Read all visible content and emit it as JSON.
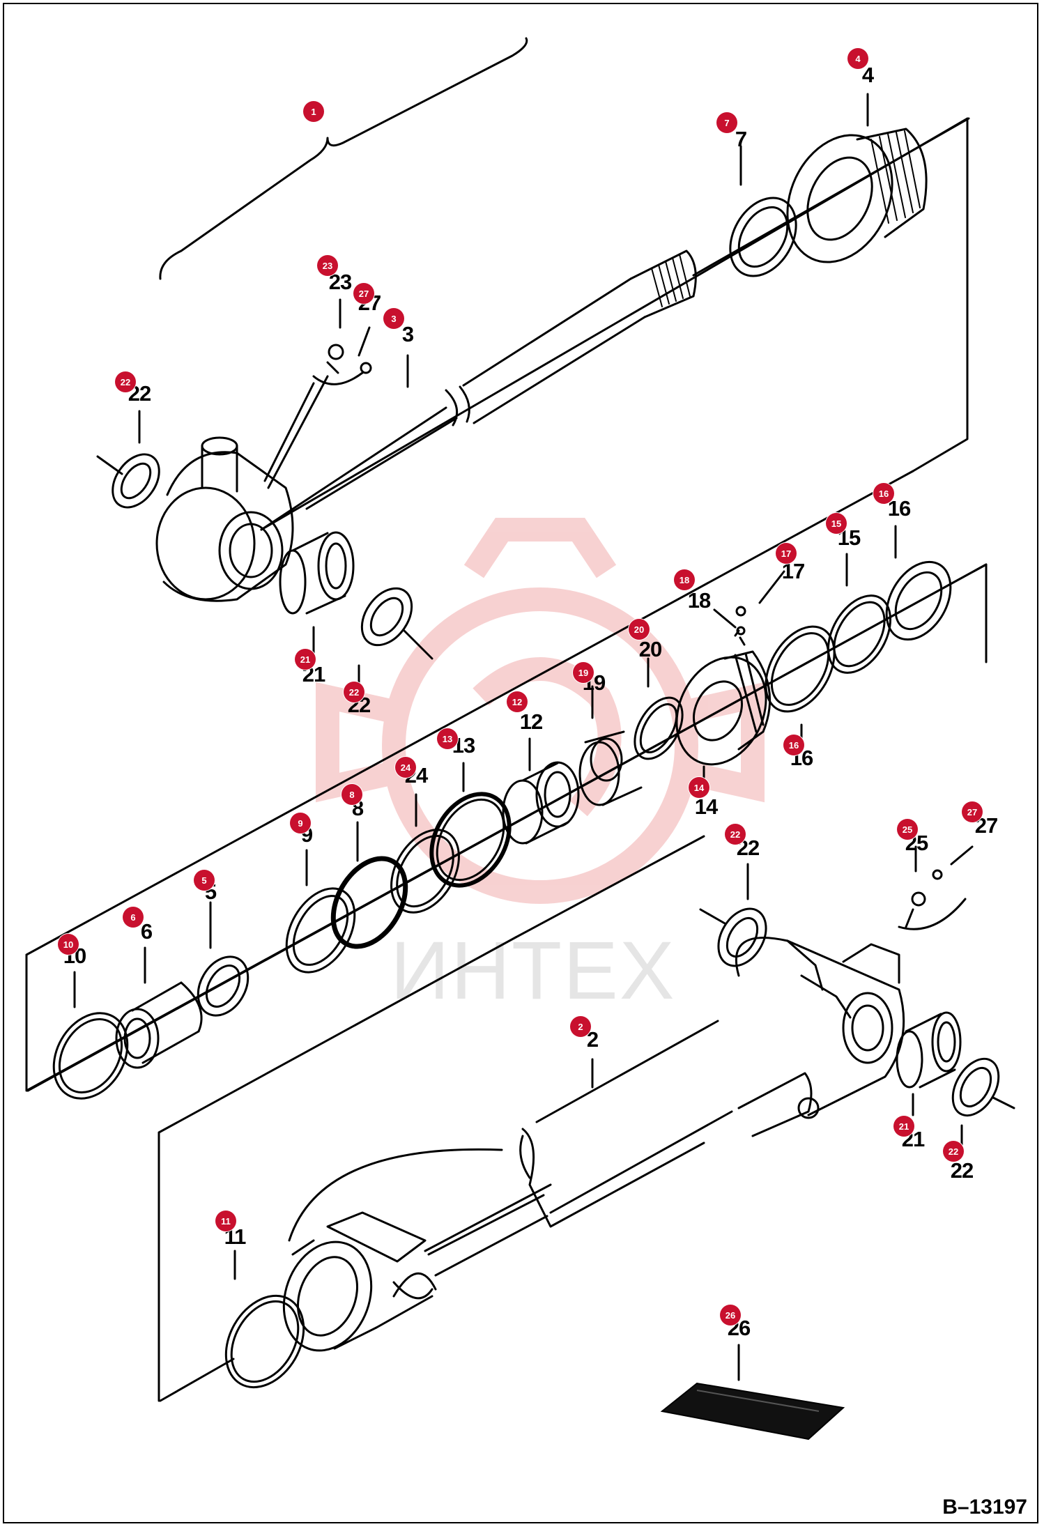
{
  "diagram": {
    "drawing_code": "B–13197",
    "watermark_text": "ИНТЕХ",
    "accent_color": "#c8102e",
    "callouts": [
      {
        "id": "1"
      },
      {
        "id": "2"
      },
      {
        "id": "3"
      },
      {
        "id": "4"
      },
      {
        "id": "5"
      },
      {
        "id": "6"
      },
      {
        "id": "7"
      },
      {
        "id": "8"
      },
      {
        "id": "9"
      },
      {
        "id": "10"
      },
      {
        "id": "11"
      },
      {
        "id": "12"
      },
      {
        "id": "13"
      },
      {
        "id": "14"
      },
      {
        "id": "15"
      },
      {
        "id": "16a"
      },
      {
        "id": "16b"
      },
      {
        "id": "17"
      },
      {
        "id": "18"
      },
      {
        "id": "19"
      },
      {
        "id": "20"
      },
      {
        "id": "21a"
      },
      {
        "id": "21b"
      },
      {
        "id": "22a"
      },
      {
        "id": "22b"
      },
      {
        "id": "22c"
      },
      {
        "id": "22d"
      },
      {
        "id": "23"
      },
      {
        "id": "24"
      },
      {
        "id": "25"
      },
      {
        "id": "26"
      },
      {
        "id": "27a"
      },
      {
        "id": "27b"
      }
    ],
    "labels": {
      "1": "1",
      "2": "2",
      "3": "3",
      "4": "4",
      "5": "5",
      "6": "6",
      "7": "7",
      "8": "8",
      "9": "9",
      "10": "10",
      "11": "11",
      "12": "12",
      "13": "13",
      "14": "14",
      "15": "15",
      "16": "16",
      "17": "17",
      "18": "18",
      "19": "19",
      "20": "20",
      "21": "21",
      "22": "22",
      "23": "23",
      "24": "24",
      "25": "25",
      "26": "26",
      "27": "27"
    }
  }
}
